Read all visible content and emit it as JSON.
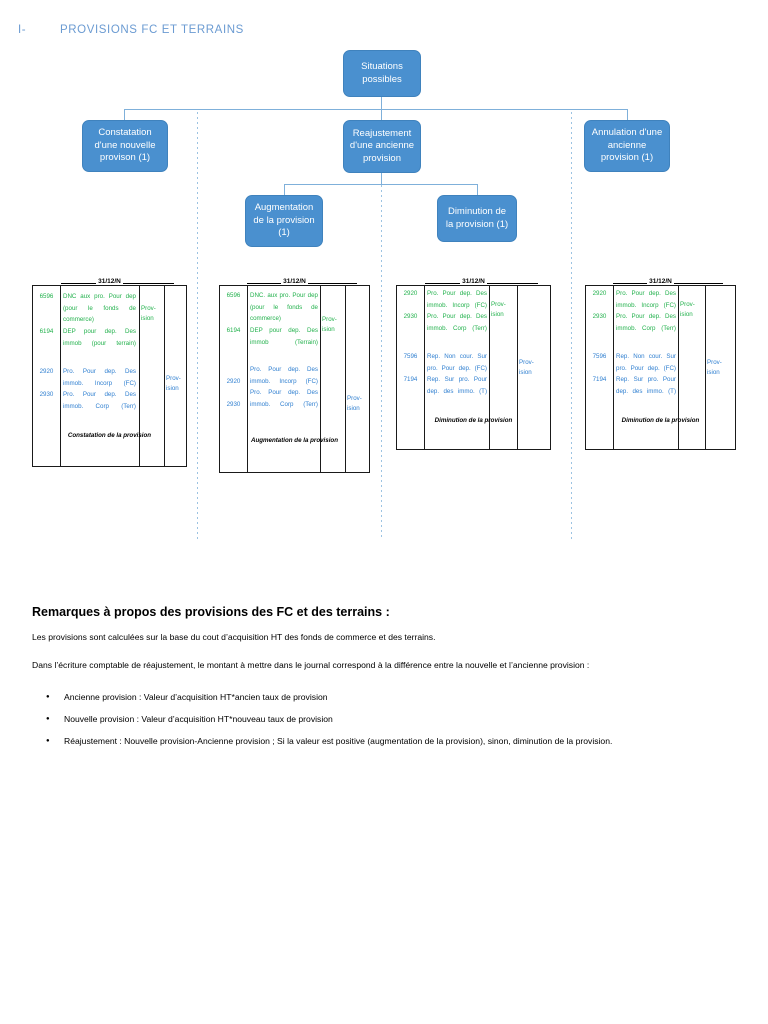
{
  "heading": {
    "number": "I-",
    "title": "PROVISIONS FC ET TERRAINS"
  },
  "flowchart": {
    "nodes": {
      "root": "Situations possibles",
      "constatation": "Constatation d'une nouvelle provison (1)",
      "reajustement": "Reajustement d'une ancienne provision",
      "annulation": "Annulation d'une ancienne provision (1)",
      "augmentation": "Augmentation de la provision (1)",
      "diminution": "Diminution de la provision (1)"
    }
  },
  "tables": [
    {
      "date": "31/12/N",
      "caption": "Constatation de la provision",
      "debit_label": "Prov-ision",
      "credit_label": "Prov-ision",
      "rows": [
        {
          "code": "6596",
          "label": "DNC aux pro. Pour dep (pour le fonds de commerce)",
          "color": "green"
        },
        {
          "code": "6194",
          "label": "DEP pour dep. Des immob (pour terrain)",
          "color": "green"
        },
        {
          "code": "2920",
          "label": "Pro. Pour dep. Des immob. Incorp (FC)",
          "color": "blue"
        },
        {
          "code": "2930",
          "label": "Pro. Pour dep. Des immob. Corp (Terr)",
          "color": "blue"
        }
      ]
    },
    {
      "date": "31/12/N",
      "caption": "Augmentation de la provision",
      "debit_label": "Prov-ision",
      "credit_label": "Prov-ision",
      "rows": [
        {
          "code": "6596",
          "label": "DNC. aux pro. Pour dep (pour le fonds de commerce)",
          "color": "green"
        },
        {
          "code": "6194",
          "label": "DEP pour dep. Des immob (Terrain)",
          "color": "green"
        },
        {
          "code": "2920",
          "label": "Pro. Pour dep. Des immob. Incorp (FC)",
          "color": "blue"
        },
        {
          "code": "2930",
          "label": "Pro. Pour dep. Des immob. Corp (Terr)",
          "color": "blue"
        }
      ]
    },
    {
      "date": "31/12/N",
      "caption": "Diminution de la provision",
      "debit_label": "Prov-ision",
      "credit_label": "Prov-ision",
      "rows": [
        {
          "code": "2920",
          "label": "Pro. Pour dep. Des immob. Incorp (FC)",
          "color": "green"
        },
        {
          "code": "2930",
          "label": "Pro. Pour dep. Des immob. Corp (Terr)",
          "color": "green"
        },
        {
          "code": "7596",
          "label": "Rep. Non cour. Sur pro. Pour dep. (FC)",
          "color": "blue"
        },
        {
          "code": "7194",
          "label": "Rep. Sur pro. Pour dep. des immo. (T)",
          "color": "blue"
        }
      ]
    },
    {
      "date": "31/12/N",
      "caption": "Diminution de la provision",
      "debit_label": "Prov-ision",
      "credit_label": "Prov-ision",
      "rows": [
        {
          "code": "2920",
          "label": "Pro. Pour dep. Des immob. Incorp (FC)",
          "color": "green"
        },
        {
          "code": "2930",
          "label": "Pro. Pour dep. Des immob. Corp (Terr)",
          "color": "green"
        },
        {
          "code": "7596",
          "label": "Rep. Non cour. Sur pro. Pour dep. (FC)",
          "color": "blue"
        },
        {
          "code": "7194",
          "label": "Rep. Sur pro. Pour dep. des immo. (T)",
          "color": "blue"
        }
      ]
    }
  ],
  "remarks": {
    "title": "Remarques à propos des provisions des FC et des terrains :",
    "para1": "Les provisions sont calculées sur la base du cout d’acquisition HT des fonds de commerce et des terrains.",
    "para2": "Dans l’écriture comptable de réajustement, le montant à mettre dans le journal correspond à la différence entre la nouvelle et l’ancienne provision :",
    "bullets": [
      "Ancienne provision : Valeur d’acquisition HT*ancien taux de provision",
      "Nouvelle provision : Valeur d’acquisition HT*nouveau taux de provision",
      "Réajustement : Nouvelle provision-Ancienne provision ; Si la valeur est positive (augmentation de la provision), sinon, diminution de la provision."
    ]
  },
  "colors": {
    "node_fill": "#4a90cf",
    "heading": "#6b9bd2",
    "connector": "#7fb0da",
    "debit_text": "#22b14c",
    "credit_text": "#2f7fd0"
  }
}
